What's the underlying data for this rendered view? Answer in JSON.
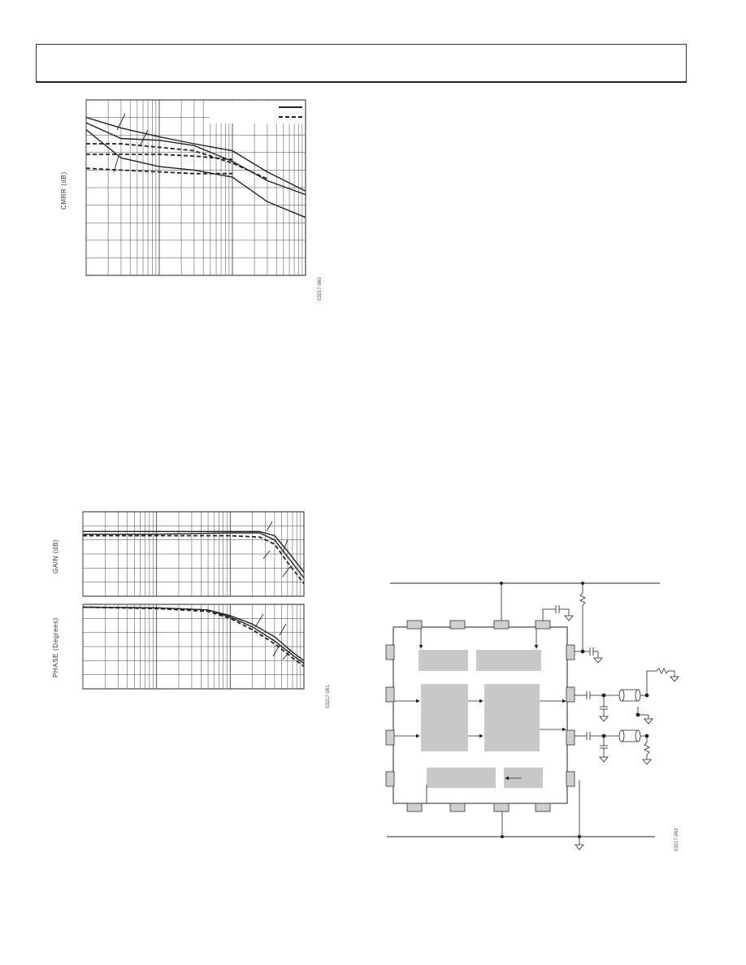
{
  "figures": {
    "cmrr": {
      "ylabel": "CMRR (dB)",
      "fig_id": "03217-060"
    },
    "gain_phase": {
      "gain_ylabel": "GAIN (dB)",
      "phase_ylabel": "PHASE (Degrees)",
      "fig_id": "03217-061"
    },
    "schematic": {
      "fig_id": "03217-062"
    }
  },
  "chart_data": [
    {
      "type": "line",
      "ylabel": "CMRR (dB)",
      "x_scale": "log",
      "xlim": [
        0.001,
        1
      ],
      "ylim": [
        0,
        10
      ],
      "grid": true,
      "legend_placement": "top-right",
      "series": [
        {
          "style": "solid",
          "x": [
            0.001,
            0.003,
            0.01,
            0.03,
            0.1,
            0.3,
            1
          ],
          "y": [
            9.0,
            8.4,
            7.9,
            7.5,
            7.1,
            5.9,
            4.8
          ]
        },
        {
          "style": "solid",
          "x": [
            0.001,
            0.003,
            0.01,
            0.03,
            0.1,
            0.3,
            1
          ],
          "y": [
            8.7,
            7.8,
            7.7,
            7.4,
            6.5,
            5.4,
            4.6
          ]
        },
        {
          "style": "solid",
          "x": [
            0.001,
            0.003,
            0.01,
            0.03,
            0.1,
            0.3,
            1
          ],
          "y": [
            8.3,
            6.7,
            6.2,
            6.0,
            5.6,
            4.2,
            3.3
          ]
        },
        {
          "style": "dashed",
          "x": [
            0.001,
            0.003,
            0.01,
            0.03,
            0.1,
            0.3
          ],
          "y": [
            7.5,
            7.5,
            7.3,
            7.1,
            6.4,
            5.5
          ]
        },
        {
          "style": "dashed",
          "x": [
            0.001,
            0.003,
            0.01,
            0.03,
            0.1
          ],
          "y": [
            6.9,
            6.9,
            6.9,
            6.8,
            6.6
          ]
        },
        {
          "style": "dashed",
          "x": [
            0.001,
            0.003,
            0.01,
            0.03,
            0.1
          ],
          "y": [
            6.1,
            6.0,
            5.9,
            5.8,
            5.8
          ]
        }
      ]
    },
    {
      "type": "line",
      "ylabel": "GAIN (dB)",
      "x_scale": "log",
      "xlim": [
        0.001,
        1
      ],
      "ylim": [
        0,
        6
      ],
      "grid": true,
      "series": [
        {
          "style": "solid",
          "x": [
            0.001,
            0.01,
            0.1,
            0.25,
            0.4,
            0.6,
            1
          ],
          "y": [
            4.6,
            4.6,
            4.6,
            4.6,
            4.3,
            3.2,
            1.7
          ]
        },
        {
          "style": "solid",
          "x": [
            0.001,
            0.01,
            0.1,
            0.25,
            0.4,
            0.6,
            1
          ],
          "y": [
            4.4,
            4.4,
            4.5,
            4.5,
            4.0,
            2.8,
            1.3
          ]
        },
        {
          "style": "dashed",
          "x": [
            0.001,
            0.01,
            0.1,
            0.25,
            0.4,
            0.6,
            1
          ],
          "y": [
            4.3,
            4.3,
            4.3,
            4.2,
            3.7,
            2.4,
            0.9
          ]
        }
      ]
    },
    {
      "type": "line",
      "ylabel": "PHASE (Degrees)",
      "x_scale": "log",
      "xlim": [
        0.001,
        1
      ],
      "ylim": [
        0,
        6
      ],
      "grid": true,
      "series": [
        {
          "style": "solid",
          "x": [
            0.001,
            0.01,
            0.05,
            0.1,
            0.2,
            0.4,
            0.7,
            1
          ],
          "y": [
            5.8,
            5.75,
            5.6,
            5.2,
            4.6,
            3.7,
            2.6,
            2.0
          ]
        },
        {
          "style": "solid",
          "x": [
            0.001,
            0.01,
            0.05,
            0.1,
            0.2,
            0.4,
            0.7,
            1
          ],
          "y": [
            5.8,
            5.75,
            5.6,
            5.1,
            4.4,
            3.4,
            2.4,
            1.8
          ]
        },
        {
          "style": "dashed",
          "x": [
            0.001,
            0.01,
            0.05,
            0.1,
            0.2,
            0.4,
            0.7,
            1
          ],
          "y": [
            5.8,
            5.7,
            5.5,
            5.0,
            4.2,
            3.2,
            2.2,
            1.6
          ]
        }
      ]
    }
  ]
}
